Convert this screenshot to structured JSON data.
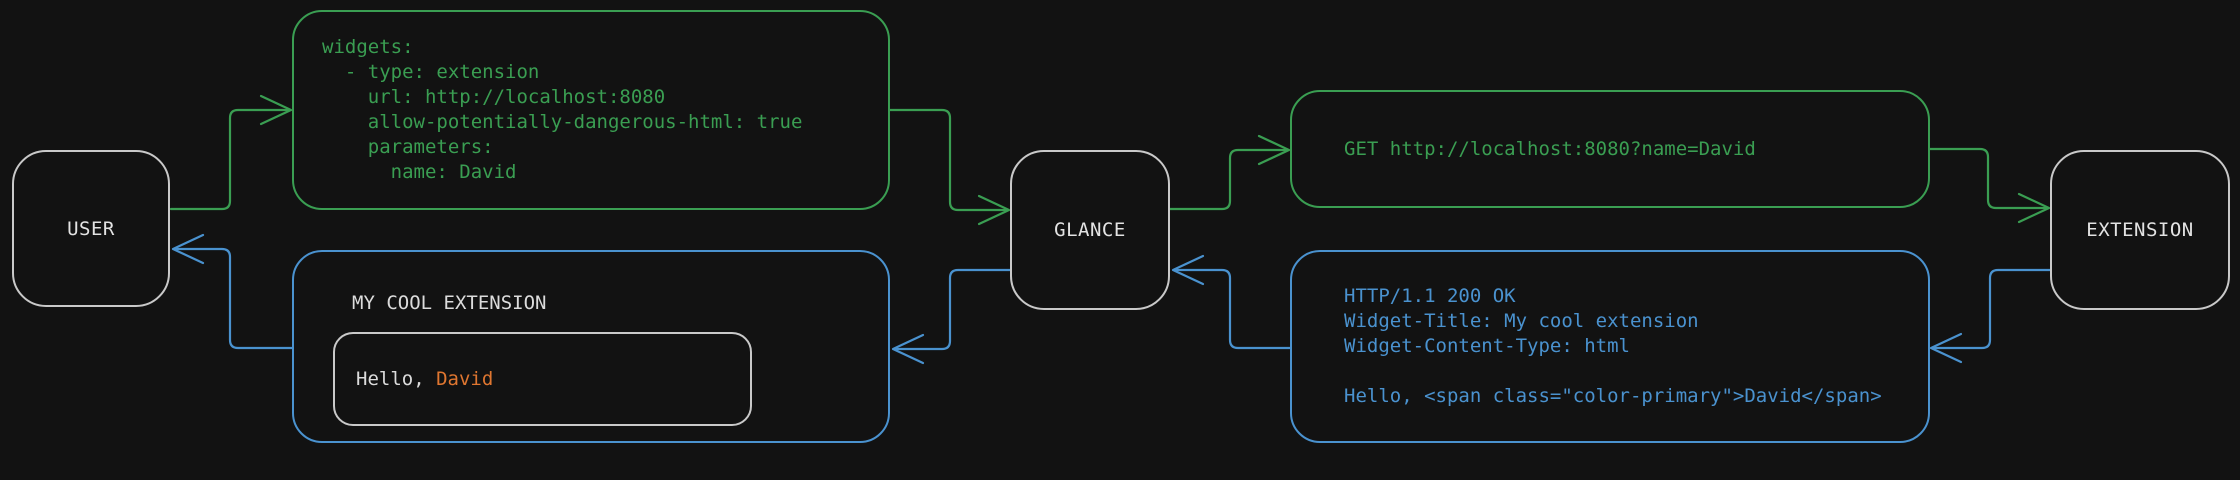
{
  "diagram": {
    "colors": {
      "bg": "#121212",
      "green": "#3A9E52",
      "blue": "#4A92CF",
      "orange": "#DF7630",
      "neutral": "#C9C9C9"
    },
    "nodes": {
      "user": "USER",
      "glance": "GLANCE",
      "extension": "EXTENSION"
    },
    "config_box": {
      "lines": [
        "widgets:",
        "  - type: extension",
        "    url: http://localhost:8080",
        "    allow-potentially-dangerous-html: true",
        "    parameters:",
        "      name: David"
      ]
    },
    "request_box": {
      "text": "GET http://localhost:8080?name=David"
    },
    "response_box": {
      "lines": [
        "HTTP/1.1 200 OK",
        "Widget-Title: My cool extension",
        "Widget-Content-Type: html",
        "",
        "Hello, <span class=\"color-primary\">David</span>"
      ]
    },
    "widget_box": {
      "title": "MY COOL EXTENSION",
      "greeting_prefix": "Hello, ",
      "greeting_name": "David"
    }
  }
}
